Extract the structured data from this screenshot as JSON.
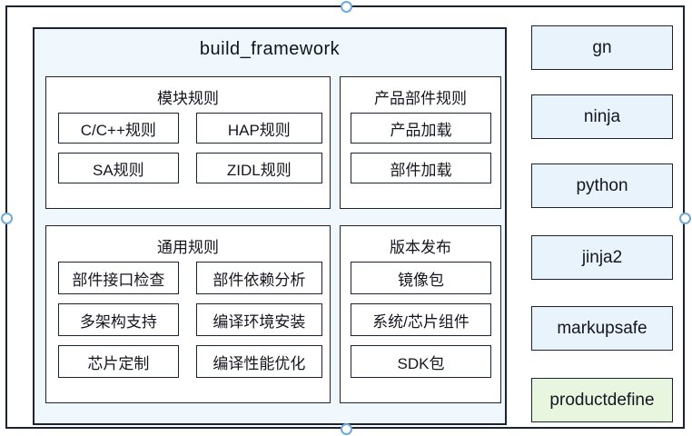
{
  "diagram": {
    "title": "build_framework",
    "groups": [
      {
        "title": "模块规则",
        "items": [
          "C/C++规则",
          "HAP规则",
          "SA规则",
          "ZIDL规则"
        ]
      },
      {
        "title": "产品部件规则",
        "items": [
          "产品加载",
          "部件加载"
        ]
      },
      {
        "title": "通用规则",
        "items": [
          "部件接口检查",
          "部件依赖分析",
          "多架构支持",
          "编译环境安装",
          "芯片定制",
          "编译性能优化"
        ]
      },
      {
        "title": "版本发布",
        "items": [
          "镜像包",
          "系统/芯片组件",
          "SDK包"
        ]
      }
    ],
    "tools": [
      {
        "label": "gn",
        "fill": "#e9f3fb"
      },
      {
        "label": "ninja",
        "fill": "#e9f3fb"
      },
      {
        "label": "python",
        "fill": "#e9f3fb"
      },
      {
        "label": "jinja2",
        "fill": "#e9f3fb"
      },
      {
        "label": "markupsafe",
        "fill": "#e9f3fb"
      },
      {
        "label": "productdefine",
        "fill": "#e8f6e0"
      }
    ],
    "colors": {
      "border": "#1b2430",
      "container_fill": "#f0f7fd",
      "box_fill": "#ffffff",
      "tool_fill": "#e9f3fb",
      "productdefine_fill": "#e8f6e0",
      "selection_handle": "#6fa8dc",
      "text": "#15151f"
    }
  }
}
